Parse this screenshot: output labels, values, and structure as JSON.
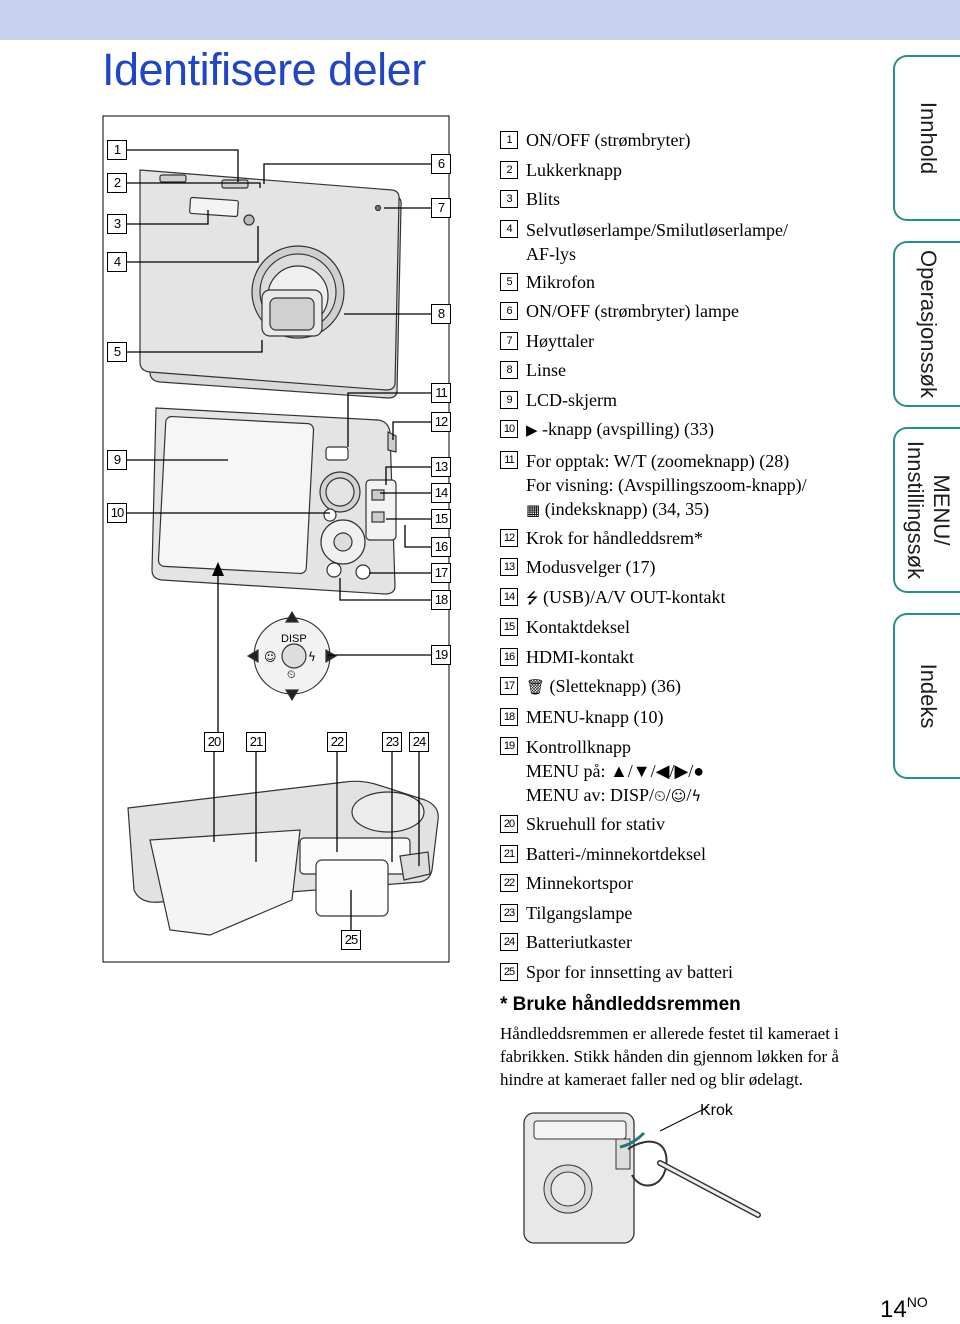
{
  "page": {
    "title": "Identifisere deler",
    "number": "14",
    "lang_suffix": "NO"
  },
  "side_tabs": [
    "Innhold",
    "Operasjonssøk",
    "MENU/\nInnstillingssøk",
    "Indeks"
  ],
  "callout_numbers": [
    "1",
    "2",
    "3",
    "4",
    "5",
    "6",
    "7",
    "8",
    "9",
    "10",
    "11",
    "12",
    "13",
    "14",
    "15",
    "16",
    "17",
    "18",
    "19",
    "20",
    "21",
    "22",
    "23",
    "24",
    "25"
  ],
  "dial_labels": {
    "disp": "DISP"
  },
  "legend": [
    {
      "num": "1",
      "lines": [
        "ON/OFF (strømbryter)"
      ]
    },
    {
      "num": "2",
      "lines": [
        "Lukkerknapp"
      ]
    },
    {
      "num": "3",
      "lines": [
        "Blits"
      ]
    },
    {
      "num": "4",
      "lines": [
        "Selvutløserlampe/Smilutløserlampe/",
        "AF-lys"
      ]
    },
    {
      "num": "5",
      "lines": [
        "Mikrofon"
      ]
    },
    {
      "num": "6",
      "lines": [
        "ON/OFF (strømbryter) lampe"
      ]
    },
    {
      "num": "7",
      "lines": [
        "Høyttaler"
      ]
    },
    {
      "num": "8",
      "lines": [
        "Linse"
      ]
    },
    {
      "num": "9",
      "lines": [
        "LCD-skjerm"
      ]
    },
    {
      "num": "10",
      "lines": [
        "-knapp (avspilling) (33)"
      ],
      "icon": "play-icon"
    },
    {
      "num": "11",
      "lines": [
        "For opptak: W/T (zoomeknapp) (28)",
        "For visning:  (Avspillingszoom-knapp)/",
        "(indeksknapp) (34, 35)"
      ]
    },
    {
      "num": "12",
      "lines": [
        "Krok for håndleddsrem*"
      ]
    },
    {
      "num": "13",
      "lines": [
        "Modusvelger (17)"
      ]
    },
    {
      "num": "14",
      "lines": [
        "(USB)/A/V OUT-kontakt"
      ],
      "icon": "usb-icon"
    },
    {
      "num": "15",
      "lines": [
        "Kontaktdeksel"
      ]
    },
    {
      "num": "16",
      "lines": [
        "HDMI-kontakt"
      ]
    },
    {
      "num": "17",
      "lines": [
        "(Sletteknapp) (36)"
      ],
      "icon": "trash-icon"
    },
    {
      "num": "18",
      "lines": [
        "MENU-knapp (10)"
      ]
    },
    {
      "num": "19",
      "lines": [
        "Kontrollknapp",
        "MENU på: ▲/▼/◀/▶/●",
        "MENU av: DISP/"
      ]
    },
    {
      "num": "20",
      "lines": [
        "Skruehull for stativ"
      ]
    },
    {
      "num": "21",
      "lines": [
        "Batteri-/minnekortdeksel"
      ]
    },
    {
      "num": "22",
      "lines": [
        "Minnekortspor"
      ]
    },
    {
      "num": "23",
      "lines": [
        "Tilgangslampe"
      ]
    },
    {
      "num": "24",
      "lines": [
        "Batteriutkaster"
      ]
    },
    {
      "num": "25",
      "lines": [
        "Spor for innsetting av batteri"
      ]
    }
  ],
  "note": {
    "heading": "* Bruke håndleddsremmen",
    "body": "Håndleddsremmen er allerede festet til kameraet i fabrikken. Stikk hånden din gjennom løkken for å hindre at kameraet faller ned og blir ødelagt."
  },
  "strap_figure": {
    "label": "Krok"
  },
  "colors": {
    "title": "#2046c8",
    "topbar": "#c9d3ef",
    "tab_border": "#24908a"
  }
}
